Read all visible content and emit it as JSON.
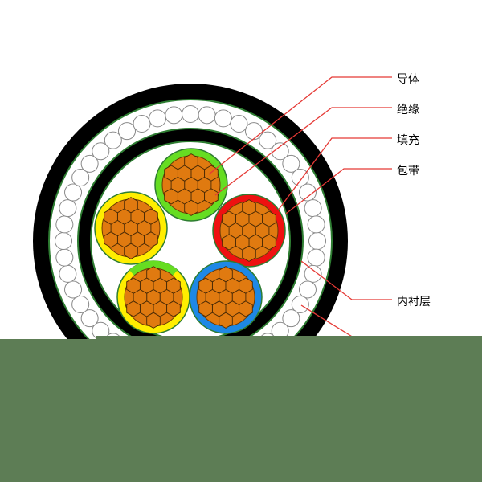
{
  "labels": {
    "conductor": "导体",
    "insulation": "绝缘",
    "filler": "填充",
    "wrapping": "包带",
    "inner_sheath": "内衬层"
  },
  "colors": {
    "outer_sheath": "#000000",
    "armor_wires": "#ffffff",
    "armor_wire_outline": "#888888",
    "filler": "#ffffff",
    "green_rings": "#2e7d32",
    "conductor_fill": "#e07a10",
    "insulation_green": "#66dd22",
    "insulation_red": "#ee1111",
    "insulation_yellow": "#ffee00",
    "insulation_blue": "#1e88e5",
    "leader_lines": "#e53935",
    "bottom_band": "#5d7d55"
  },
  "cores": [
    {
      "name": "core-green",
      "insulation": "#66dd22"
    },
    {
      "name": "core-red",
      "insulation": "#ee1111"
    },
    {
      "name": "core-yellow-upper",
      "insulation": "#ffee00"
    },
    {
      "name": "core-yellow-green-lower",
      "insulation": "#ffee00"
    },
    {
      "name": "core-blue",
      "insulation": "#1e88e5"
    }
  ]
}
